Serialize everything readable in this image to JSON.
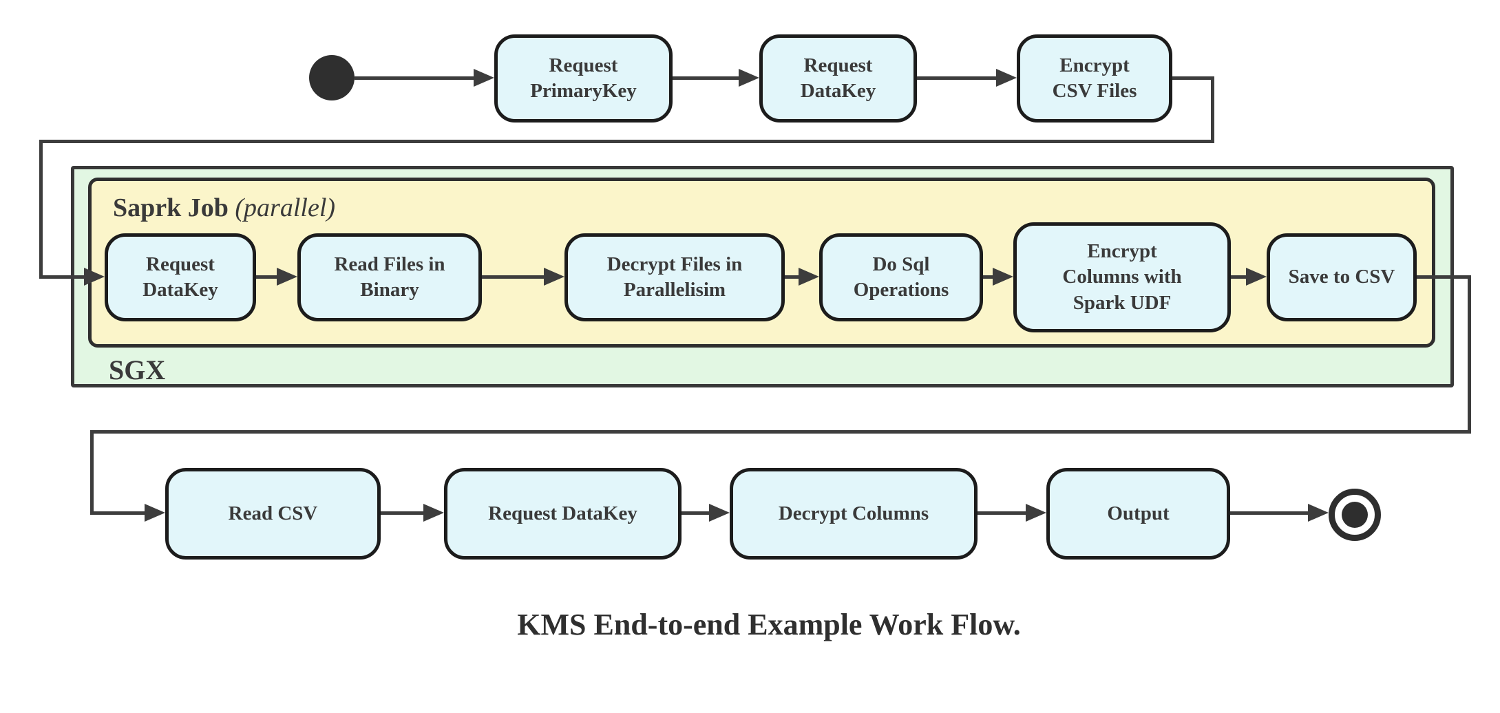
{
  "caption": "KMS End-to-end Example Work Flow.",
  "containers": {
    "sgx": {
      "label": "SGX"
    },
    "spark_job": {
      "label": "Saprk Job",
      "qualifier": " (parallel)"
    }
  },
  "colors": {
    "node_fill": "#e2f6fa",
    "spark_container_fill": "#fbf5ca",
    "sgx_container_fill": "#e2f7e3",
    "connector": "#3d3d3d",
    "text": "#3a3a3a"
  },
  "icons": {
    "start": "activity-start-filled-circle",
    "end": "activity-end-bullseye-circle"
  },
  "nodes": {
    "request_primarykey": {
      "line1": "Request",
      "line2": "PrimaryKey"
    },
    "request_datakey_top": {
      "line1": "Request",
      "line2": "DataKey"
    },
    "encrypt_csv_files": {
      "line1": "Encrypt",
      "line2": "CSV Files"
    },
    "request_datakey_sgx": {
      "line1": "Request",
      "line2": "DataKey"
    },
    "read_files_in_binary": {
      "line1": "Read Files in",
      "line2": "Binary"
    },
    "decrypt_files_in_parallelisim": {
      "line1": "Decrypt Files in",
      "line2": "Parallelisim"
    },
    "do_sql_operations": {
      "line1": "Do Sql",
      "line2": "Operations"
    },
    "encrypt_columns_with_spark_udf": {
      "line1": "Encrypt",
      "line2": "Columns with",
      "line3": "Spark UDF"
    },
    "save_to_csv": {
      "line1": "Save to CSV"
    },
    "read_csv": {
      "line1": "Read CSV"
    },
    "request_datakey_client": {
      "line1": "Request DataKey"
    },
    "decrypt_columns": {
      "line1": "Decrypt Columns"
    },
    "output": {
      "line1": "Output"
    }
  }
}
